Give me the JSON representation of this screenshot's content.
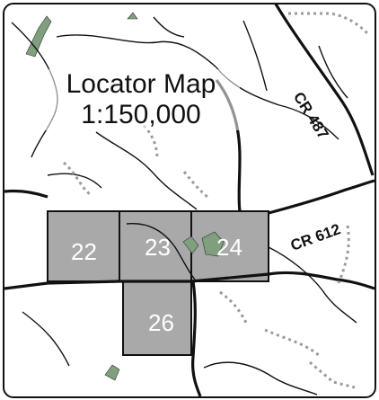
{
  "map": {
    "title": "Locator Map",
    "scale": "1:150,000",
    "roads": {
      "cr487": "CR 487",
      "cr612": "CR 612"
    },
    "grid_cells": [
      {
        "label": "22"
      },
      {
        "label": "23"
      },
      {
        "label": "24"
      },
      {
        "label": "26"
      }
    ],
    "colors": {
      "grid_fill": "#a9a9a9",
      "water": "#7f9f7f",
      "road": "#111111",
      "trail": "#9a9a9a"
    }
  }
}
